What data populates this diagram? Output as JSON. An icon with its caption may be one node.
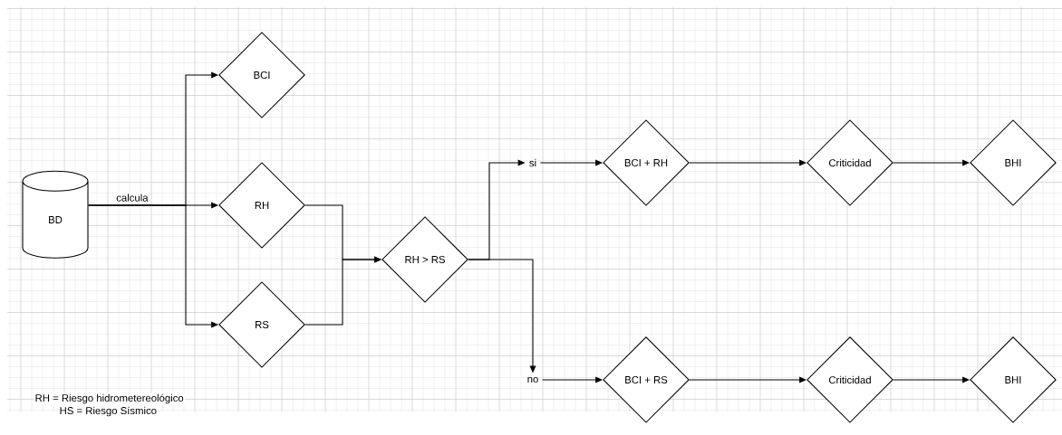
{
  "diagram": {
    "nodes": [
      {
        "text": [
          "BD"
        ]
      },
      {
        "text": [
          "BCI"
        ]
      },
      {
        "text": [
          "RH"
        ]
      },
      {
        "text": [
          "RS"
        ]
      },
      {
        "text": [
          "RH > RS"
        ]
      },
      {
        "text": [
          "si"
        ]
      },
      {
        "text": [
          "BCI + RH"
        ]
      },
      {
        "text": [
          "Criticidad"
        ]
      },
      {
        "text": [
          "BHI"
        ]
      },
      {
        "text": [
          "no"
        ]
      },
      {
        "text": [
          "BCI + RS"
        ]
      },
      {
        "text": [
          "Criticidad"
        ]
      },
      {
        "text": [
          "BHI"
        ]
      }
    ],
    "edges": [
      {
        "from": 0,
        "to": 1,
        "arrow": "to"
      },
      {
        "from": 0,
        "to": 2,
        "arrow": "to",
        "label": "calcula"
      },
      {
        "from": 0,
        "to": 3,
        "arrow": "to"
      },
      {
        "from": 2,
        "to": 4,
        "arrow": "to"
      },
      {
        "from": 3,
        "to": 4,
        "arrow": "to"
      },
      {
        "from": 4,
        "to": 5,
        "arrow": "to"
      },
      {
        "from": 4,
        "to": 9,
        "arrow": "to"
      },
      {
        "from": 5,
        "to": 6,
        "arrow": "to"
      },
      {
        "from": 6,
        "to": 7,
        "arrow": "to"
      },
      {
        "from": 7,
        "to": 8,
        "arrow": "to"
      },
      {
        "from": 9,
        "to": 10,
        "arrow": "to"
      },
      {
        "from": 10,
        "to": 11,
        "arrow": "to"
      },
      {
        "from": 11,
        "to": 12,
        "arrow": "to"
      }
    ],
    "labels": [
      "RH = Riesgo hidrometereológico",
      "HS = Riesgo Sísmico"
    ]
  }
}
